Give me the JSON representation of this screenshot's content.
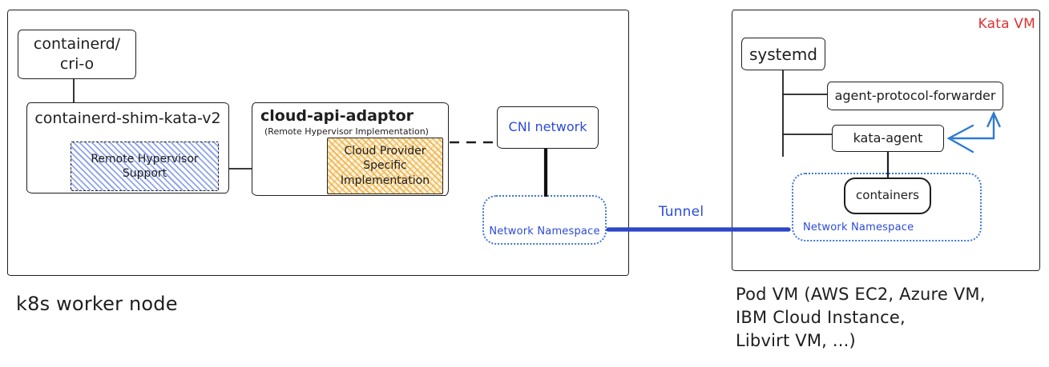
{
  "worker_node": {
    "caption": "k8s worker node",
    "runtime_box": {
      "line1": "containerd/",
      "line2": "cri-o"
    },
    "shim_box": {
      "title": "containerd-shim-kata-v2"
    },
    "remote_hypervisor_box": {
      "line1": "Remote Hypervisor",
      "line2": "Support"
    },
    "cloud_api_adaptor_box": {
      "title": "cloud-api-adaptor",
      "subtitle": "(Remote Hypervisor Implementation)"
    },
    "cloud_provider_box": {
      "line1": "Cloud Provider",
      "line2": "Specific",
      "line3": "Implementation"
    },
    "cni_box": {
      "label": "CNI network"
    },
    "network_namespace_box": {
      "label": "Network Namespace"
    }
  },
  "tunnel": {
    "label": "Tunnel"
  },
  "kata_vm": {
    "title": "Kata VM",
    "systemd_box": {
      "label": "systemd"
    },
    "agent_protocol_forwarder_box": {
      "label": "agent-protocol-forwarder"
    },
    "kata_agent_box": {
      "label": "kata-agent"
    },
    "containers_box": {
      "label": "containers"
    },
    "network_namespace_box": {
      "label": "Network Namespace"
    },
    "caption_lines": [
      "Pod VM (AWS EC2, Azure VM,",
      "IBM Cloud Instance,",
      "Libvirt VM, ...)"
    ]
  },
  "colors": {
    "stroke": "#1e1e1e",
    "diagram_blue": "#2b4bd7",
    "tunnel_blue": "#2b46c8",
    "arrow_blue": "#2f7bd1",
    "kata_vm_red": "#e03131",
    "hatch_blue": "#8da4ee",
    "hatch_orange": "#f0b14a",
    "netns_border_blue": "#3d74d9"
  }
}
